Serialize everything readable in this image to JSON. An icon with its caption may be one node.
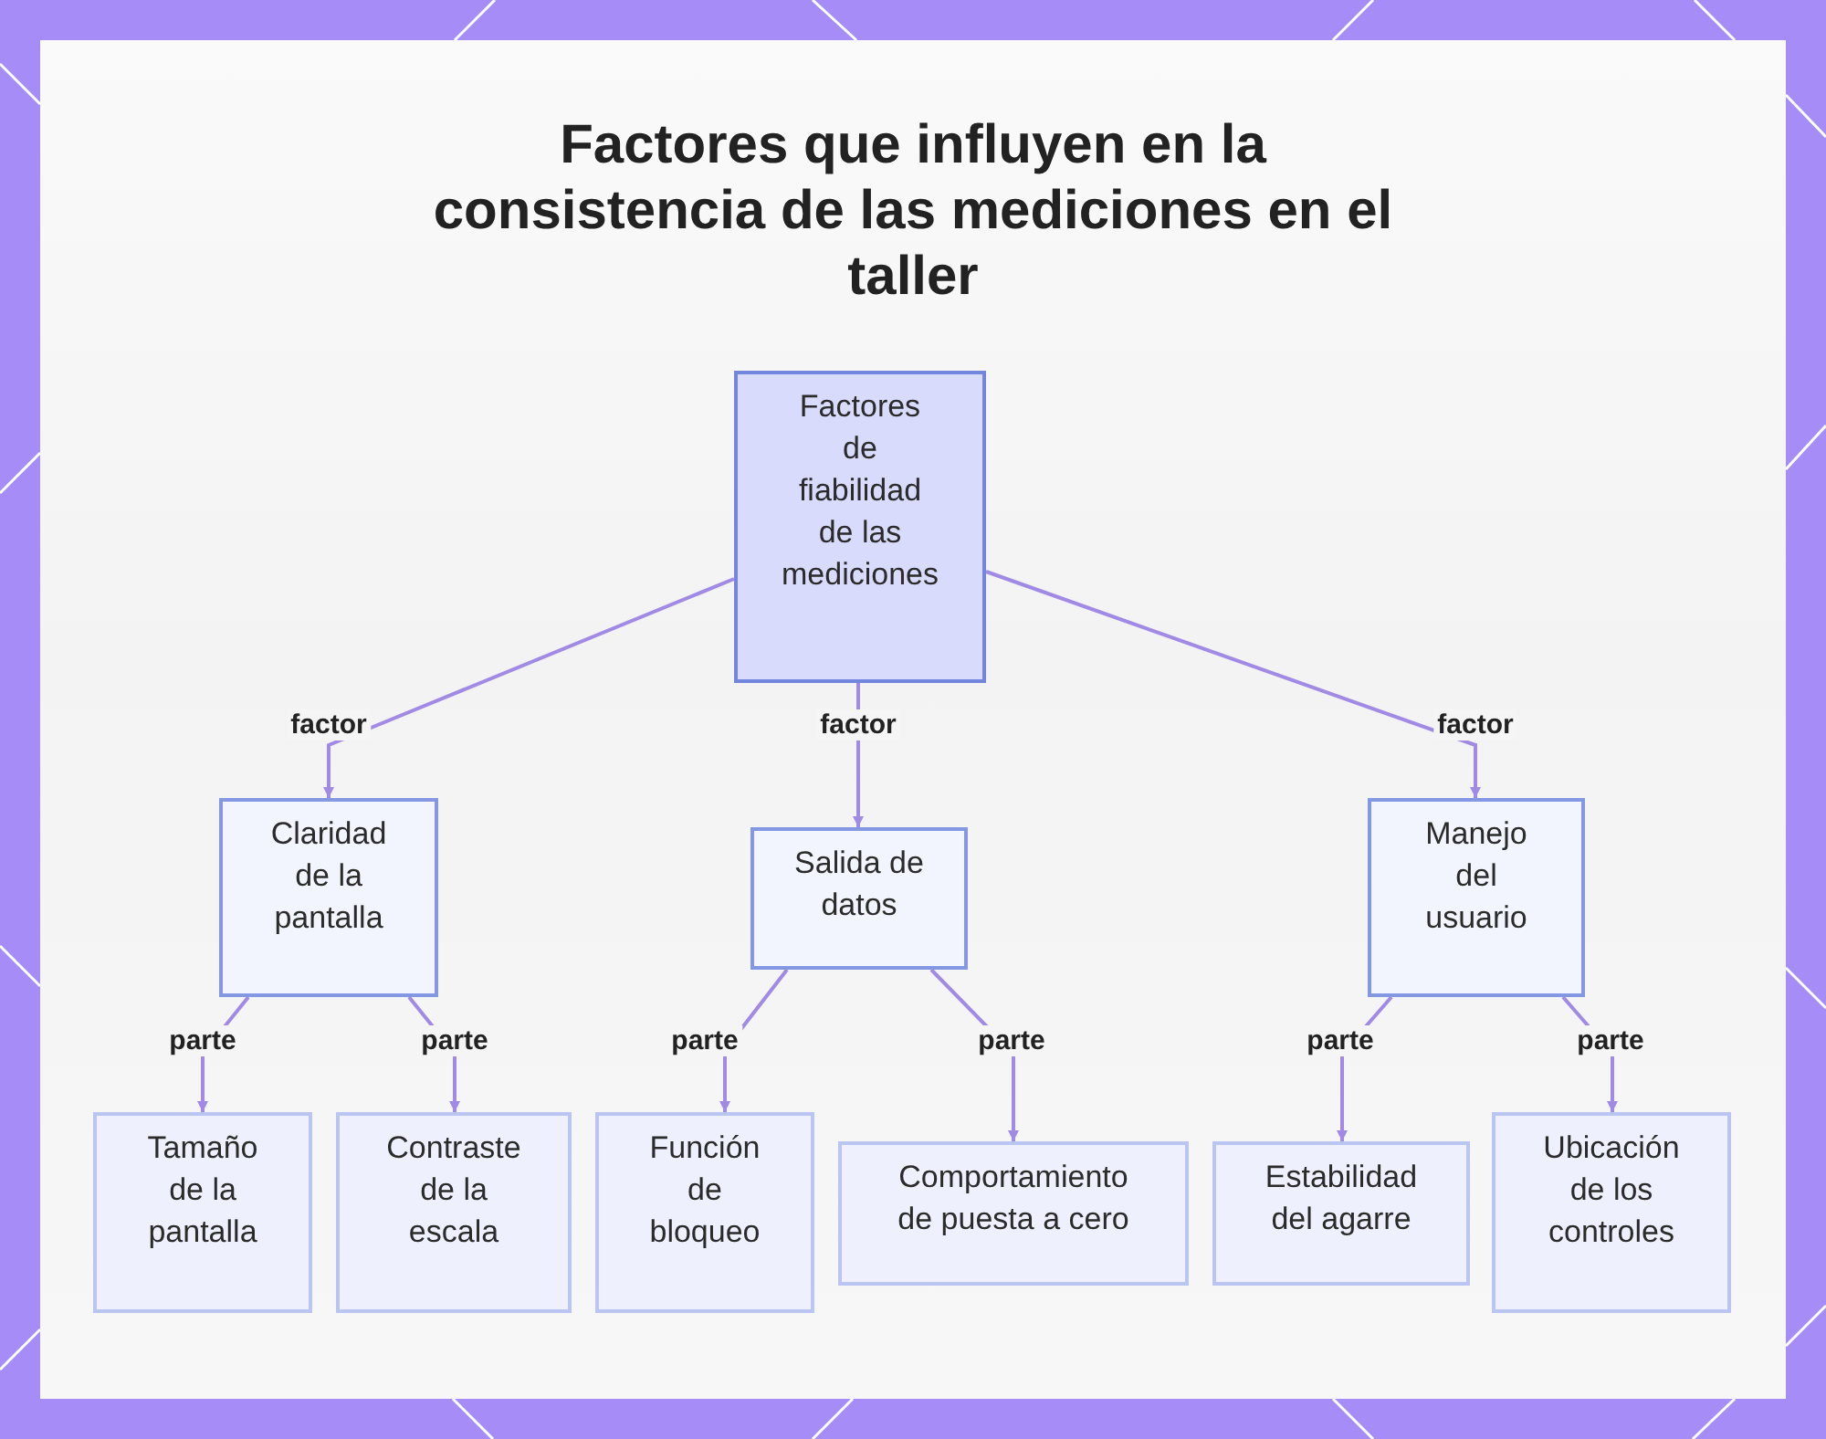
{
  "diagram": {
    "title": "Factores que influyen en la consistencia de las mediciones en el taller",
    "nodes": [
      {
        "text": [
          "Factores de fiabilidad de las mediciones"
        ]
      },
      {
        "text": [
          "Claridad de la pantalla"
        ]
      },
      {
        "text": [
          "Salida de datos"
        ]
      },
      {
        "text": [
          "Manejo del usuario"
        ]
      },
      {
        "text": [
          "Tamaño de la pantalla"
        ]
      },
      {
        "text": [
          "Contraste de la escala"
        ]
      },
      {
        "text": [
          "Función de bloqueo"
        ]
      },
      {
        "text": [
          "Comportamiento de puesta a cero"
        ]
      },
      {
        "text": [
          "Estabilidad del agarre"
        ]
      },
      {
        "text": [
          "Ubicación de los controles"
        ]
      }
    ],
    "edges": [
      {
        "from": 0,
        "to": 1,
        "arrow": "to",
        "label": "factor"
      },
      {
        "from": 0,
        "to": 2,
        "arrow": "to",
        "label": "factor"
      },
      {
        "from": 0,
        "to": 3,
        "arrow": "to",
        "label": "factor"
      },
      {
        "from": 1,
        "to": 4,
        "arrow": "to",
        "label": "parte"
      },
      {
        "from": 1,
        "to": 5,
        "arrow": "to",
        "label": "parte"
      },
      {
        "from": 2,
        "to": 6,
        "arrow": "to",
        "label": "parte"
      },
      {
        "from": 2,
        "to": 7,
        "arrow": "to",
        "label": "parte"
      },
      {
        "from": 3,
        "to": 8,
        "arrow": "to",
        "label": "parte"
      },
      {
        "from": 3,
        "to": 9,
        "arrow": "to",
        "label": "parte"
      }
    ]
  }
}
